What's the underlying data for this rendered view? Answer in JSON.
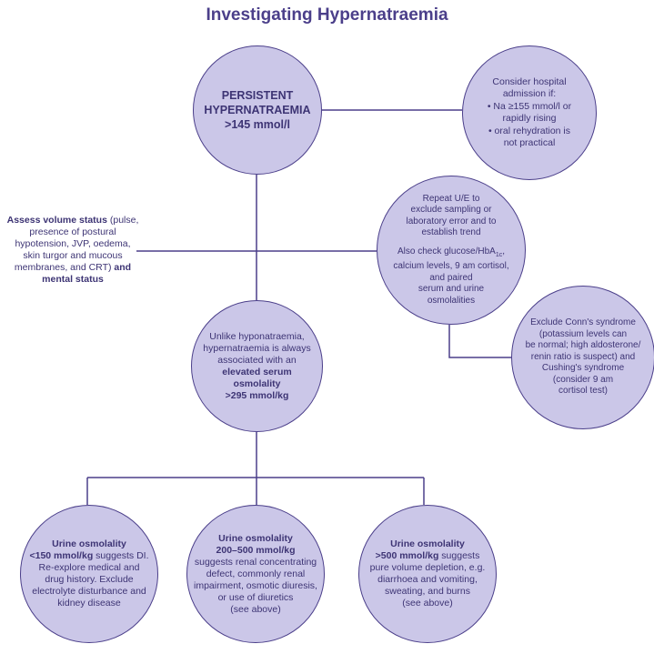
{
  "title": "Investigating Hypernatraemia",
  "colors": {
    "circle_fill": "#cbc7e8",
    "outline": "#4b3f8a",
    "text": "#3d3474"
  },
  "main": {
    "line1": "PERSISTENT",
    "line2": "HYPERNATRAEMIA",
    "line3": ">145 mmol/l"
  },
  "admission": {
    "line1": "Consider hospital",
    "line2": "admission if:",
    "line3": "• Na ≥155 mmol/l or",
    "line4": "rapidly rising",
    "line5": "• oral rehydration is",
    "line6": "not practical"
  },
  "volume": {
    "bold1": "Assess volume status",
    "line1": "(pulse, presence of",
    "line2": "postural hypotension,",
    "line3": "JVP, oedema, skin",
    "line4": "turgor and mucous",
    "line5": "membranes, and CRT)",
    "bold2": "and mental status"
  },
  "repeat": {
    "line1": "Repeat U/E to",
    "line2": "exclude sampling or",
    "line3": "laboratory  error and to",
    "line4": "establish trend",
    "line5_pre": "Also check glucose/HbA",
    "line5_sub": "1c",
    "line5_post": ",",
    "line6": "calcium levels, 9 am cortisol,",
    "line7": "and paired",
    "line8": "serum and urine",
    "line9": "osmolalities"
  },
  "conn": {
    "line1": "Exclude Conn's syndrome",
    "line2": "(potassium levels can",
    "line3": "be normal; high aldosterone/",
    "line4": "renin ratio is suspect) and",
    "line5": "Cushing's syndrome",
    "line6": "(consider 9 am",
    "line7": "cortisol test)"
  },
  "serum": {
    "line1": "Unlike hyponatraemia,",
    "line2": "hypernatraemia is always",
    "line3": "associated with an",
    "bold1": "elevated serum",
    "bold2": "osmolality",
    "bold3": ">295 mmol/kg"
  },
  "low": {
    "bold1": "Urine osmolality",
    "bold2": "<150 mmol/kg",
    "line1_post": " suggests DI.",
    "line2": "Re-explore medical and",
    "line3": "drug history. Exclude",
    "line4": "electrolyte disturbance and",
    "line5": "kidney disease"
  },
  "mid": {
    "bold1": "Urine osmolality",
    "bold2": "200–500 mmol/kg",
    "line1": "suggests renal concentrating",
    "line2": "defect, commonly renal",
    "line3": "impairment, osmotic diuresis,",
    "line4": "or use of diuretics",
    "line5": "(see above)"
  },
  "high": {
    "bold1": "Urine osmolality",
    "bold2": ">500 mmol/kg",
    "line1_post": " suggests",
    "line2": "pure volume depletion, e.g.",
    "line3": "diarrhoea and vomiting,",
    "line4": "sweating, and burns",
    "line5": "(see above)"
  }
}
